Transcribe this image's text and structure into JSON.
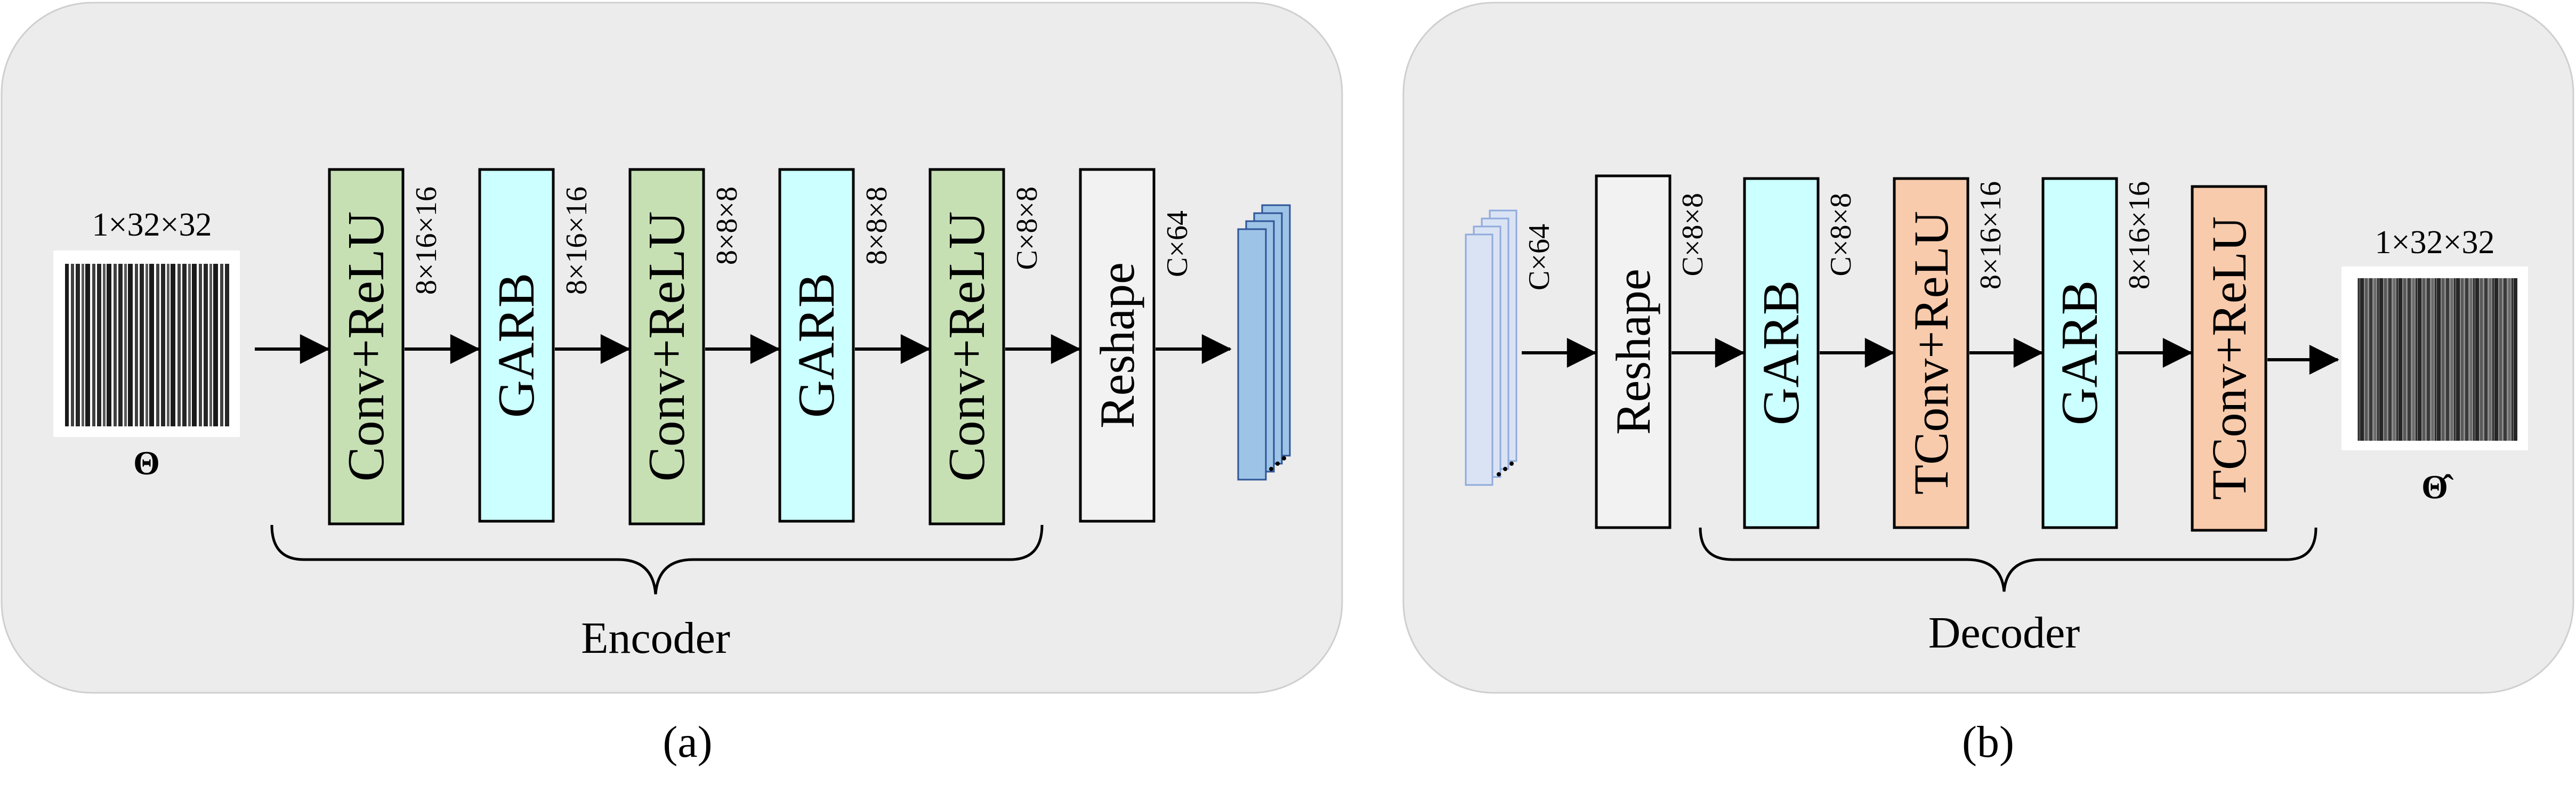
{
  "panel_a": {
    "input_dims": "1×32×32",
    "input_symbol": "Θ",
    "blocks": [
      "Conv+ReLU",
      "GARB",
      "Conv+ReLU",
      "GARB",
      "Conv+ReLU",
      "Reshape"
    ],
    "dims": [
      "8×16×16",
      "8×16×16",
      "8×8×8",
      "8×8×8",
      "C×8×8",
      "C×64"
    ],
    "group_label": "Encoder",
    "caption": "(a)"
  },
  "panel_b": {
    "input_dims": "C×64",
    "blocks": [
      "Reshape",
      "GARB",
      "TConv+ReLU",
      "GARB",
      "TConv+ReLU"
    ],
    "dims": [
      "C×8×8",
      "C×8×8",
      "8×16×16",
      "8×16×16"
    ],
    "output_dims": "1×32×32",
    "output_symbol": "Θ̂",
    "group_label": "Decoder",
    "caption": "(b)"
  },
  "colors": {
    "panel_bg": "#ececec",
    "conv": "#c6e0b4",
    "garb": "#ccffff",
    "reshape": "#f2f2f2",
    "tconv": "#f8cbad",
    "feature_blue": "#9dc3e6",
    "feature_light": "#dae3f3"
  }
}
